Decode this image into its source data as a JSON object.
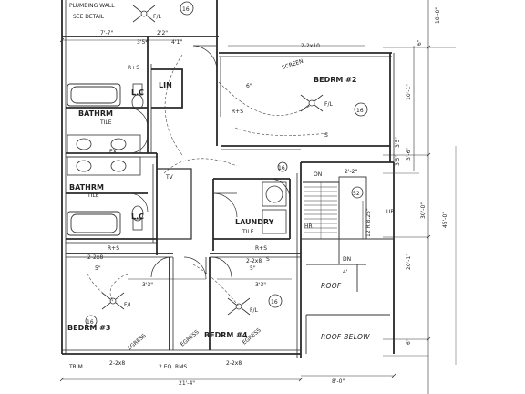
{
  "rooms": {
    "bedroom2": "BEDRM #2",
    "bedroom3": "BEDRM #3",
    "bedroom4": "BEDRM #4",
    "bathroom1": "BATHRM",
    "bathroom2": "BATHRM",
    "laundry": "LAUNDRY",
    "linen": "LIN",
    "linen_closet_1": "L.C",
    "linen_closet_2": "L.C"
  },
  "annotations": {
    "plumbing_wall": "PLUMBING WALL",
    "see_detail": "SEE DETAIL",
    "tile_1": "TILE",
    "tile_2": "TILE",
    "tile_3": "TILE",
    "roof": "ROOF",
    "roof_below": "ROOF BELOW",
    "trim": "TRIM",
    "rhs_1": "R+S",
    "rhs_2": "R+S",
    "rhs_3": "R+S",
    "rhs_4": "R+S",
    "screen": "SCREEN",
    "egress_1": "EGRESS",
    "egress_2": "EGRESS",
    "egress_3": "EGRESS",
    "up": "UP",
    "dn": "DN",
    "hr": "HR",
    "on": "ON",
    "tv": "TV",
    "window_header_1": "2-2x8",
    "window_header_2": "2-2x8",
    "window_header_3": "2-2x8",
    "window_header_4": "2-2x10",
    "window_header_5": "2-2x8",
    "eq_rms": "2 EQ. RMS"
  },
  "fixtures": {
    "fan_label": "F/L",
    "fan_label_2": "F/L",
    "fan_label_3": "F/L",
    "fan_label_4": "F/L",
    "vent_label": "EX",
    "smoke_1": "S",
    "smoke_2": "S",
    "circle_16a": "16",
    "circle_16b": "16",
    "circle_16c": "16",
    "circle_16d": "16",
    "circle_16e": "16",
    "circle_52": "52"
  },
  "dimensions": {
    "top_7_7": "7'-7\"",
    "top_3_5": "3'5\"",
    "top_2_2": "2'2\"",
    "top_4_1": "4'1\"",
    "right_10_0": "10'-0\"",
    "right_6": "6\"",
    "right_10_1": "10'-1\"",
    "right_3_6": "3'-6\"",
    "right_30_0": "30'-0\"",
    "right_45_0": "45'-0\"",
    "right_20_1": "20'-1\"",
    "right_6b": "6\"",
    "right_3_5a": "3'5\"",
    "right_3_5b": "3'5\"",
    "stair_12": "12 R 8.25\"",
    "stair_2_2": "2'-2\"",
    "mid_3_3": "3'3\"",
    "mid_3_3b": "3'3\"",
    "bottom_21_4": "21'-4\"",
    "bottom_8_0": "8'-0\"",
    "rm_4": "4'",
    "rm_5": "5\"",
    "rm_5b": "5\"",
    "rm_6": "6\""
  }
}
